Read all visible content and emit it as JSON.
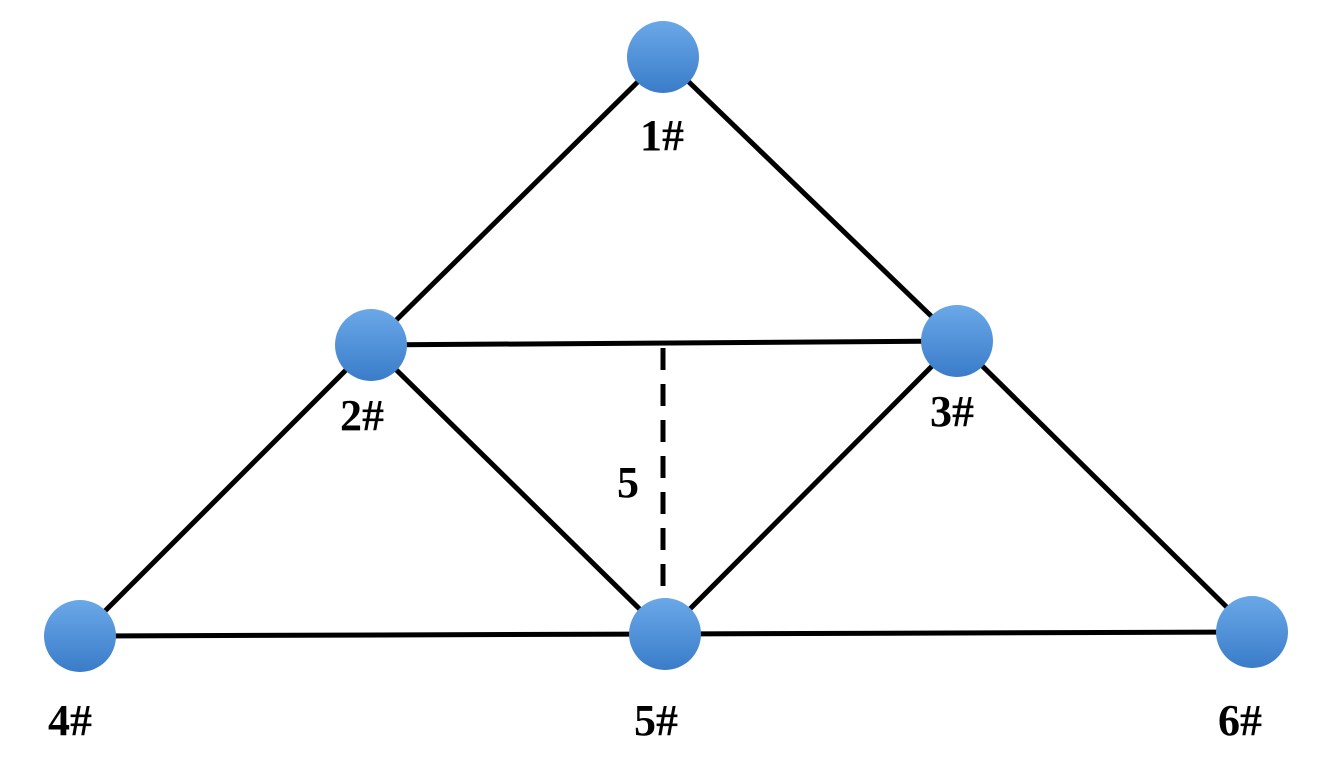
{
  "colors": {
    "node_fill_top": "#6aa8e8",
    "node_fill_bottom": "#3a7cc9",
    "edge": "#000000",
    "background": "#ffffff"
  },
  "nodes": [
    {
      "id": "1",
      "label": "1#"
    },
    {
      "id": "2",
      "label": "2#"
    },
    {
      "id": "3",
      "label": "3#"
    },
    {
      "id": "4",
      "label": "4#"
    },
    {
      "id": "5",
      "label": "5#"
    },
    {
      "id": "6",
      "label": "6#"
    }
  ],
  "edges": [
    {
      "from": "1",
      "to": "2"
    },
    {
      "from": "1",
      "to": "3"
    },
    {
      "from": "2",
      "to": "3"
    },
    {
      "from": "2",
      "to": "4"
    },
    {
      "from": "2",
      "to": "5"
    },
    {
      "from": "3",
      "to": "5"
    },
    {
      "from": "3",
      "to": "6"
    },
    {
      "from": "4",
      "to": "5"
    },
    {
      "from": "5",
      "to": "6"
    }
  ],
  "dimension": {
    "label": "5",
    "style": "dashed"
  }
}
